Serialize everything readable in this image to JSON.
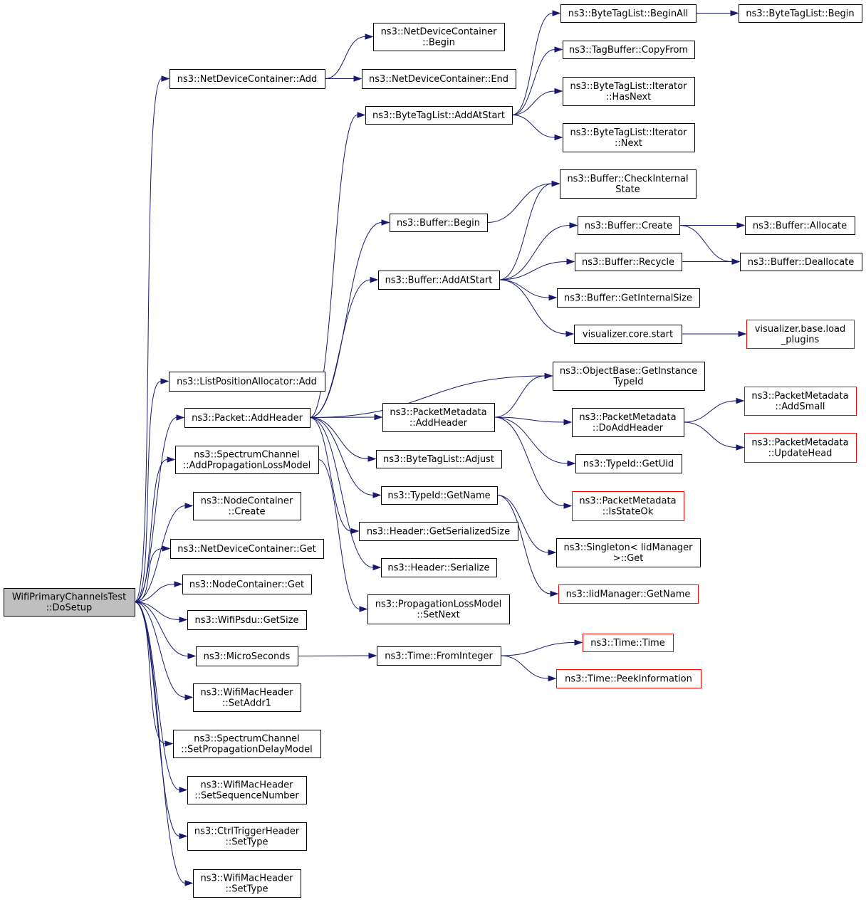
{
  "colors": {
    "edge": "#191970",
    "root_fill": "#bfbfbf",
    "node_border": "#000000",
    "external_border": "#ff0000"
  },
  "nodes": [
    {
      "id": "root",
      "lines": [
        "WifiPrimaryChannelsTest",
        "::DoSetup"
      ],
      "style": "root"
    },
    {
      "id": "ndcAdd",
      "lines": [
        "ns3::NetDeviceContainer::Add"
      ]
    },
    {
      "id": "ndcBegin",
      "lines": [
        "ns3::NetDeviceContainer",
        "::Begin"
      ]
    },
    {
      "id": "ndcEnd",
      "lines": [
        "ns3::NetDeviceContainer::End"
      ]
    },
    {
      "id": "lpaAdd",
      "lines": [
        "ns3::ListPositionAllocator::Add"
      ]
    },
    {
      "id": "pktAddHeader",
      "lines": [
        "ns3::Packet::AddHeader"
      ]
    },
    {
      "id": "scAddPLM",
      "lines": [
        "ns3::SpectrumChannel",
        "::AddPropagationLossModel"
      ]
    },
    {
      "id": "ncCreate",
      "lines": [
        "ns3::NodeContainer",
        "::Create"
      ]
    },
    {
      "id": "ndcGet",
      "lines": [
        "ns3::NetDeviceContainer::Get"
      ]
    },
    {
      "id": "ncGet",
      "lines": [
        "ns3::NodeContainer::Get"
      ]
    },
    {
      "id": "psduGetSize",
      "lines": [
        "ns3::WifiPsdu::GetSize"
      ]
    },
    {
      "id": "microSec",
      "lines": [
        "ns3::MicroSeconds"
      ]
    },
    {
      "id": "setAddr1",
      "lines": [
        "ns3::WifiMacHeader",
        "::SetAddr1"
      ]
    },
    {
      "id": "scSetPDM",
      "lines": [
        "ns3::SpectrumChannel",
        "::SetPropagationDelayModel"
      ]
    },
    {
      "id": "setSeq",
      "lines": [
        "ns3::WifiMacHeader",
        "::SetSequenceNumber"
      ]
    },
    {
      "id": "ctrlSetType",
      "lines": [
        "ns3::CtrlTriggerHeader",
        "::SetType"
      ]
    },
    {
      "id": "wmhSetType",
      "lines": [
        "ns3::WifiMacHeader",
        "::SetType"
      ]
    },
    {
      "id": "btlAddAtStart",
      "lines": [
        "ns3::ByteTagList::AddAtStart"
      ]
    },
    {
      "id": "bufBegin",
      "lines": [
        "ns3::Buffer::Begin"
      ]
    },
    {
      "id": "bufAddAtStart",
      "lines": [
        "ns3::Buffer::AddAtStart"
      ]
    },
    {
      "id": "pmAddHeader",
      "lines": [
        "ns3::PacketMetadata",
        "::AddHeader"
      ]
    },
    {
      "id": "btlAdjust",
      "lines": [
        "ns3::ByteTagList::Adjust"
      ]
    },
    {
      "id": "tidGetName",
      "lines": [
        "ns3::TypeId::GetName"
      ]
    },
    {
      "id": "hdrGetSize",
      "lines": [
        "ns3::Header::GetSerializedSize"
      ]
    },
    {
      "id": "hdrSerialize",
      "lines": [
        "ns3::Header::Serialize"
      ]
    },
    {
      "id": "plmSetNext",
      "lines": [
        "ns3::PropagationLossModel",
        "::SetNext"
      ]
    },
    {
      "id": "timeFromInt",
      "lines": [
        "ns3::Time::FromInteger"
      ]
    },
    {
      "id": "btlBeginAll",
      "lines": [
        "ns3::ByteTagList::BeginAll"
      ]
    },
    {
      "id": "tbCopyFrom",
      "lines": [
        "ns3::TagBuffer::CopyFrom"
      ]
    },
    {
      "id": "btliHasNext",
      "lines": [
        "ns3::ByteTagList::Iterator",
        "::HasNext"
      ]
    },
    {
      "id": "btliNext",
      "lines": [
        "ns3::ByteTagList::Iterator",
        "::Next"
      ]
    },
    {
      "id": "bufCheck",
      "lines": [
        "ns3::Buffer::CheckInternal",
        "State"
      ]
    },
    {
      "id": "bufCreate",
      "lines": [
        "ns3::Buffer::Create"
      ]
    },
    {
      "id": "bufRecycle",
      "lines": [
        "ns3::Buffer::Recycle"
      ]
    },
    {
      "id": "bufGetIntSize",
      "lines": [
        "ns3::Buffer::GetInternalSize"
      ]
    },
    {
      "id": "vizStart",
      "lines": [
        "visualizer.core.start"
      ]
    },
    {
      "id": "obGetITI",
      "lines": [
        "ns3::ObjectBase::GetInstance",
        "TypeId"
      ]
    },
    {
      "id": "pmDoAddHeader",
      "lines": [
        "ns3::PacketMetadata",
        "::DoAddHeader"
      ]
    },
    {
      "id": "tidGetUid",
      "lines": [
        "ns3::TypeId::GetUid"
      ]
    },
    {
      "id": "pmIsStateOk",
      "lines": [
        "ns3::PacketMetadata",
        "::IsStateOk"
      ],
      "style": "red"
    },
    {
      "id": "singletonGet",
      "lines": [
        "ns3::Singleton< IidManager",
        ">::Get"
      ]
    },
    {
      "id": "iidGetName",
      "lines": [
        "ns3::IidManager::GetName"
      ],
      "style": "red"
    },
    {
      "id": "timeTime",
      "lines": [
        "ns3::Time::Time"
      ],
      "style": "red"
    },
    {
      "id": "timePeek",
      "lines": [
        "ns3::Time::PeekInformation"
      ],
      "style": "red"
    },
    {
      "id": "btlBegin",
      "lines": [
        "ns3::ByteTagList::Begin"
      ]
    },
    {
      "id": "bufAllocate",
      "lines": [
        "ns3::Buffer::Allocate"
      ]
    },
    {
      "id": "bufDeallocate",
      "lines": [
        "ns3::Buffer::Deallocate"
      ]
    },
    {
      "id": "vizLoad",
      "lines": [
        "visualizer.base.load",
        "_plugins"
      ],
      "style": "red"
    },
    {
      "id": "pmAddSmall",
      "lines": [
        "ns3::PacketMetadata",
        "::AddSmall"
      ],
      "style": "red"
    },
    {
      "id": "pmUpdateHead",
      "lines": [
        "ns3::PacketMetadata",
        "::UpdateHead"
      ],
      "style": "red"
    }
  ],
  "edges": [
    [
      "root",
      "ndcAdd"
    ],
    [
      "root",
      "lpaAdd"
    ],
    [
      "root",
      "pktAddHeader"
    ],
    [
      "root",
      "scAddPLM"
    ],
    [
      "root",
      "ncCreate"
    ],
    [
      "root",
      "ndcGet"
    ],
    [
      "root",
      "ncGet"
    ],
    [
      "root",
      "psduGetSize"
    ],
    [
      "root",
      "microSec"
    ],
    [
      "root",
      "setAddr1"
    ],
    [
      "root",
      "scSetPDM"
    ],
    [
      "root",
      "setSeq"
    ],
    [
      "root",
      "ctrlSetType"
    ],
    [
      "root",
      "wmhSetType"
    ],
    [
      "ndcAdd",
      "ndcBegin"
    ],
    [
      "ndcAdd",
      "ndcEnd"
    ],
    [
      "pktAddHeader",
      "btlAddAtStart"
    ],
    [
      "pktAddHeader",
      "bufBegin"
    ],
    [
      "pktAddHeader",
      "bufAddAtStart"
    ],
    [
      "pktAddHeader",
      "obGetITI"
    ],
    [
      "pktAddHeader",
      "pmAddHeader"
    ],
    [
      "pktAddHeader",
      "btlAdjust"
    ],
    [
      "pktAddHeader",
      "tidGetName"
    ],
    [
      "pktAddHeader",
      "hdrGetSize"
    ],
    [
      "pktAddHeader",
      "hdrSerialize"
    ],
    [
      "scAddPLM",
      "plmSetNext"
    ],
    [
      "microSec",
      "timeFromInt"
    ],
    [
      "btlAddAtStart",
      "btlBeginAll"
    ],
    [
      "btlAddAtStart",
      "tbCopyFrom"
    ],
    [
      "btlAddAtStart",
      "btliHasNext"
    ],
    [
      "btlAddAtStart",
      "btliNext"
    ],
    [
      "btlBeginAll",
      "btlBegin"
    ],
    [
      "bufBegin",
      "bufCheck"
    ],
    [
      "bufAddAtStart",
      "bufCheck"
    ],
    [
      "bufAddAtStart",
      "bufCreate"
    ],
    [
      "bufAddAtStart",
      "bufRecycle"
    ],
    [
      "bufAddAtStart",
      "bufGetIntSize"
    ],
    [
      "bufAddAtStart",
      "vizStart"
    ],
    [
      "bufCreate",
      "bufAllocate"
    ],
    [
      "bufCreate",
      "bufDeallocate"
    ],
    [
      "bufRecycle",
      "bufDeallocate"
    ],
    [
      "vizStart",
      "vizLoad"
    ],
    [
      "pmAddHeader",
      "obGetITI"
    ],
    [
      "pmAddHeader",
      "pmDoAddHeader"
    ],
    [
      "pmAddHeader",
      "tidGetUid"
    ],
    [
      "pmAddHeader",
      "pmIsStateOk"
    ],
    [
      "pmDoAddHeader",
      "pmAddSmall"
    ],
    [
      "pmDoAddHeader",
      "pmUpdateHead"
    ],
    [
      "tidGetName",
      "singletonGet"
    ],
    [
      "tidGetName",
      "iidGetName"
    ],
    [
      "timeFromInt",
      "timeTime"
    ],
    [
      "timeFromInt",
      "timePeek"
    ]
  ]
}
